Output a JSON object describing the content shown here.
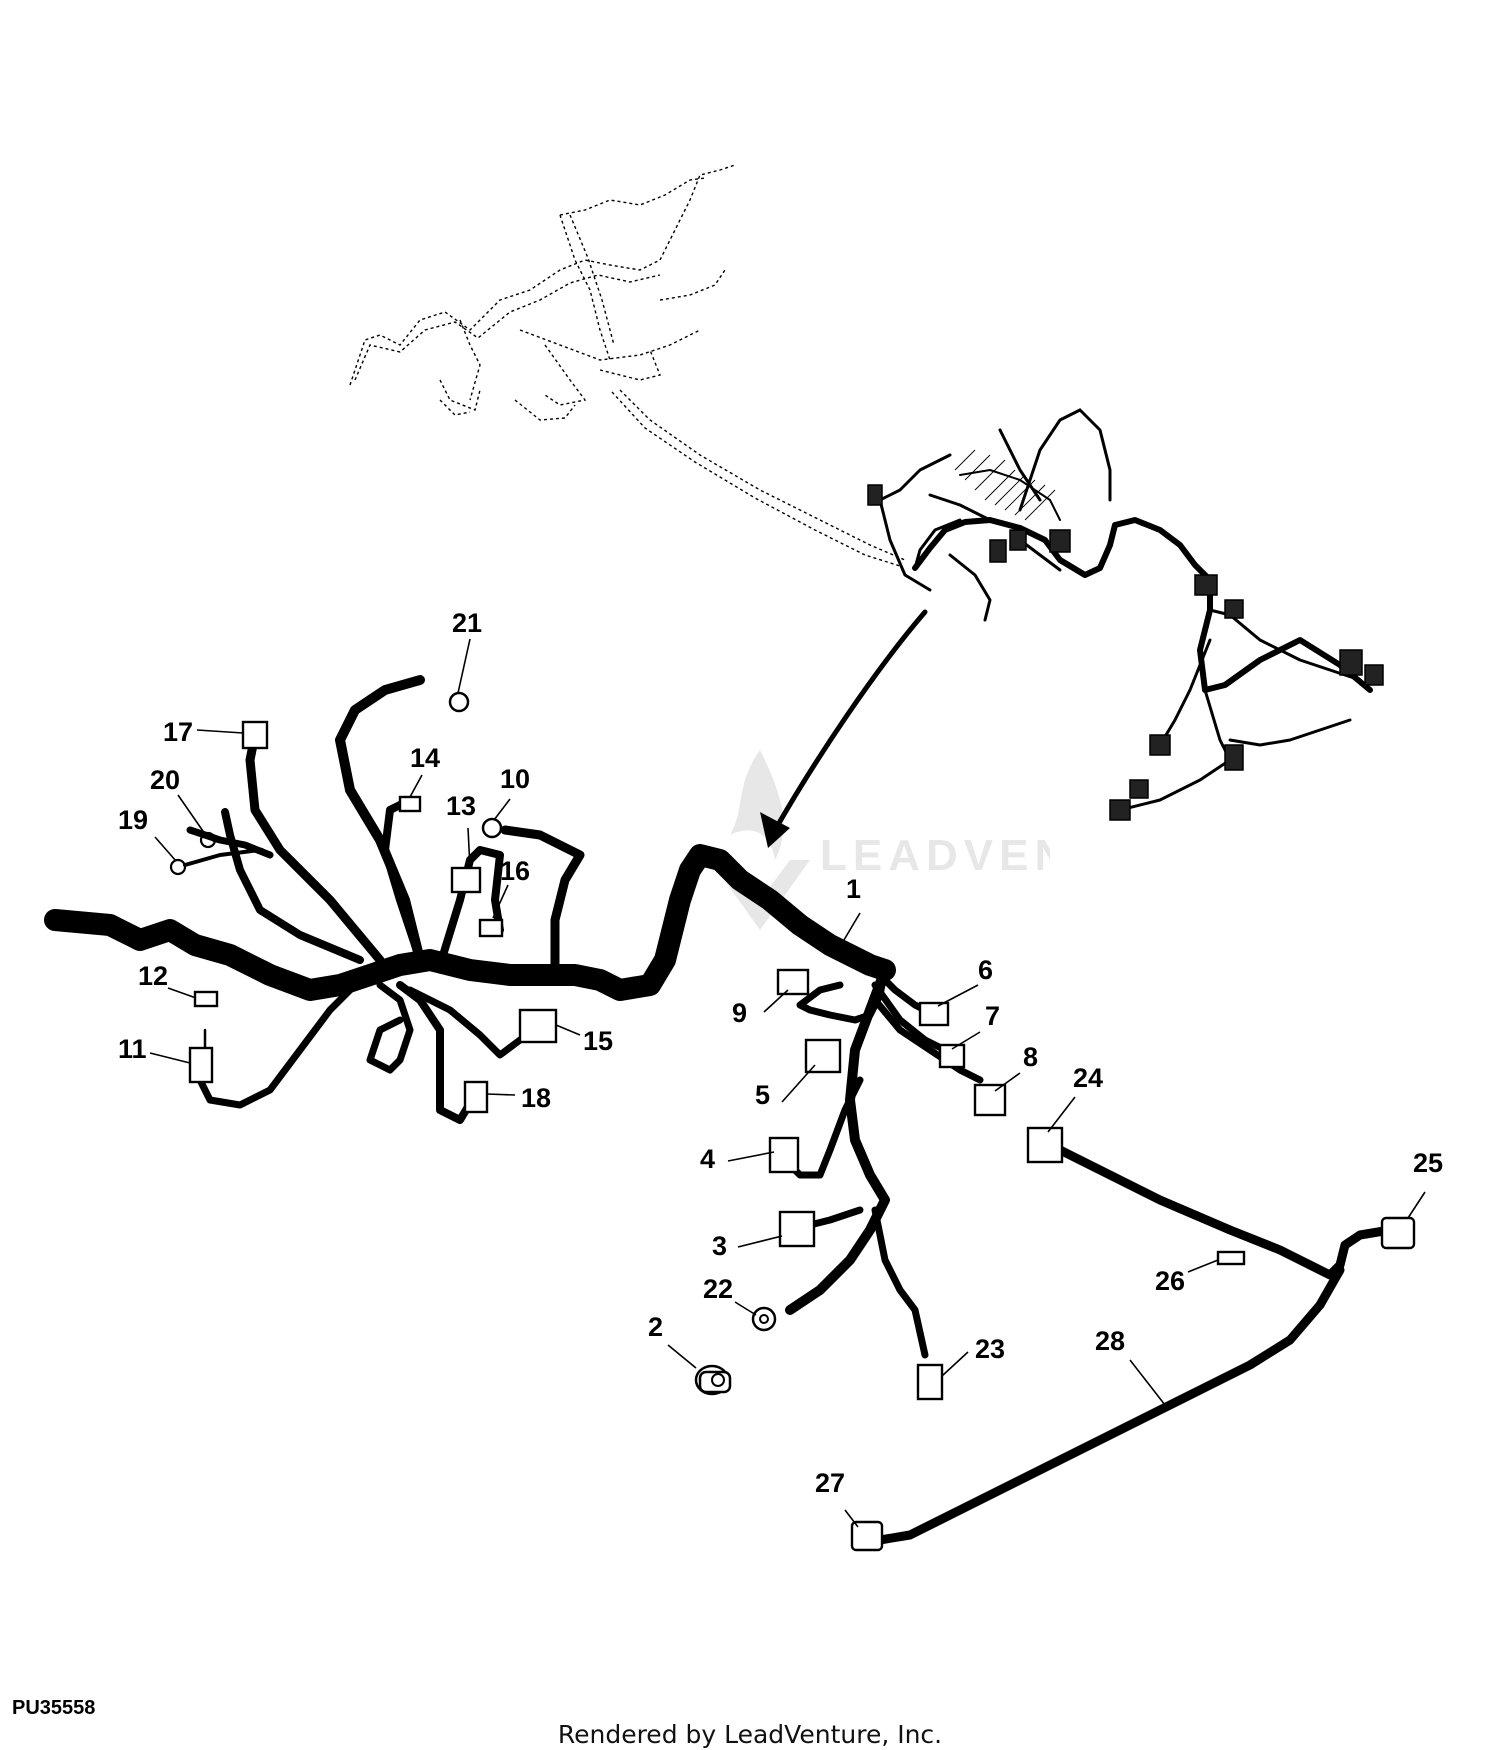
{
  "diagram": {
    "figure_id": "PU35558",
    "footer": "Rendered by LeadVenture, Inc.",
    "callouts": [
      "1",
      "2",
      "3",
      "4",
      "5",
      "6",
      "7",
      "8",
      "9",
      "10",
      "11",
      "12",
      "13",
      "14",
      "15",
      "16",
      "17",
      "18",
      "19",
      "20",
      "21",
      "22",
      "23",
      "24",
      "25",
      "26",
      "27",
      "28"
    ]
  },
  "watermark": {
    "text": "LEADVENTURE",
    "icon": "flame-v-logo"
  }
}
